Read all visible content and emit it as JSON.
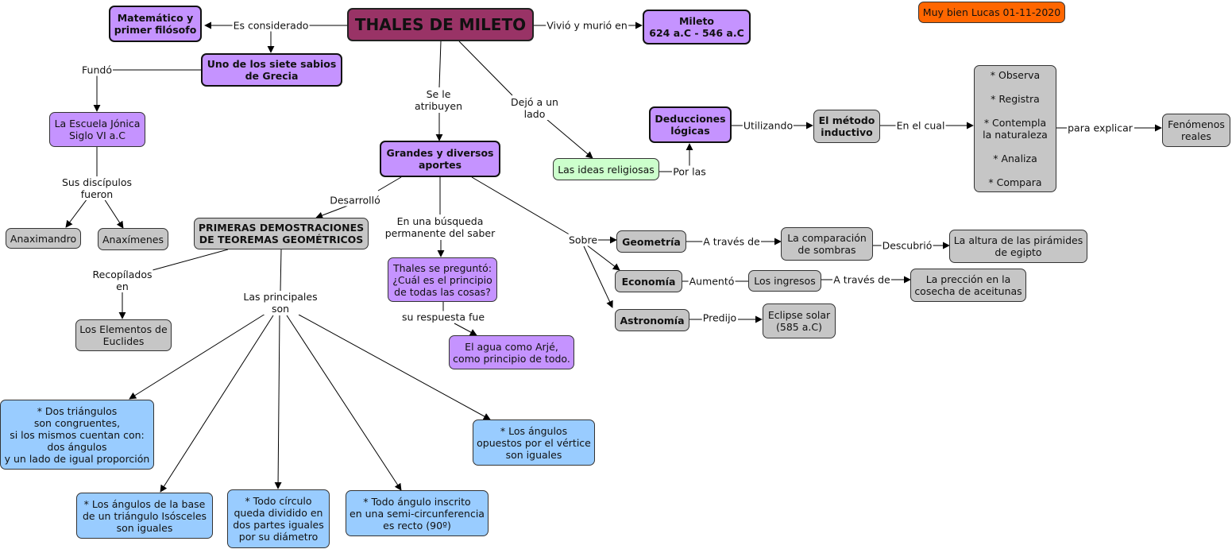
{
  "nodes": {
    "root": "THALES DE MILETO",
    "matematico": "Matemático y\nprimer filósofo",
    "sabios": "Uno de los siete sabios\nde Grecia",
    "mileto": "Mileto\n624 a.C - 546 a.C",
    "escuela": "La Escuela Jónica\nSiglo VI a.C",
    "anaximandro": "Anaximandro",
    "anaximenes": "Anaxímenes",
    "aportes": "Grandes y diversos\naportes",
    "primeras": "PRIMERAS DEMOSTRACIONES\nDE TEOREMAS GEOMÉTRICOS",
    "elementos": "Los Elementos de\nEuclides",
    "t1": "* Dos triángulos\nson congruentes,\nsi los mismos cuentan con:\ndos ángulos\ny un lado de igual proporción",
    "t2": "* Los ángulos de la base\nde un triángulo Isósceles\nson iguales",
    "t3": "* Todo círculo\nqueda dividido en\ndos partes iguales\npor su diámetro",
    "t4": "* Todo ángulo inscrito\nen una semi-circunferencia\nes recto (90º)",
    "t5": "* Los ángulos\nopuestos por el vértice\nson iguales",
    "pregunta": "Thales se preguntó:\n¿Cuál es el principio\nde todas las cosas?",
    "agua": "El agua como Arjé,\ncomo principio de todo.",
    "ideas": "Las ideas religiosas",
    "deducciones": "Deducciones\nlógicas",
    "metodo": "El método\ninductivo",
    "pasos": "* Observa\n\n* Registra\n\n* Contempla\nla naturaleza\n\n* Analiza\n\n* Compara",
    "fenomenos": "Fenómenos\nreales",
    "geometria": "Geometría",
    "economia": "Economía",
    "astronomia": "Astronomía",
    "sombras": "La comparación\nde sombras",
    "piramides": "La altura de las pirámides\nde egipto",
    "ingresos": "Los ingresos",
    "precsion": "La prección en la\ncosecha de aceitunas",
    "eclipse": "Eclipse solar\n(585 a.C)",
    "nota": "Muy bien Lucas 01-11-2020"
  },
  "links": {
    "es_considerado": "Es considerado",
    "vivio": "Vivió y murió en",
    "fundo": "Fundó",
    "discipulos": "Sus discípulos\nfueron",
    "se_le": "Se le\natribuyen",
    "dejo": "Dejó a un\nlado",
    "desarrollo": "Desarrolló",
    "busqueda": "En una búsqueda\npermanente del saber",
    "sobre": "Sobre",
    "recopilados": "Recopílados\nen",
    "principales": "Las principales\nson",
    "respuesta": "su respuesta fue",
    "por_las": "Por las",
    "utilizando": "Utilizando",
    "en_el_cual": "En el cual",
    "para_explicar": "para explicar",
    "a_traves_1": "A través de",
    "descubrio": "Descubrió",
    "aumento": "Aumentó",
    "a_traves_2": "A través de",
    "predijo": "Predijo"
  }
}
